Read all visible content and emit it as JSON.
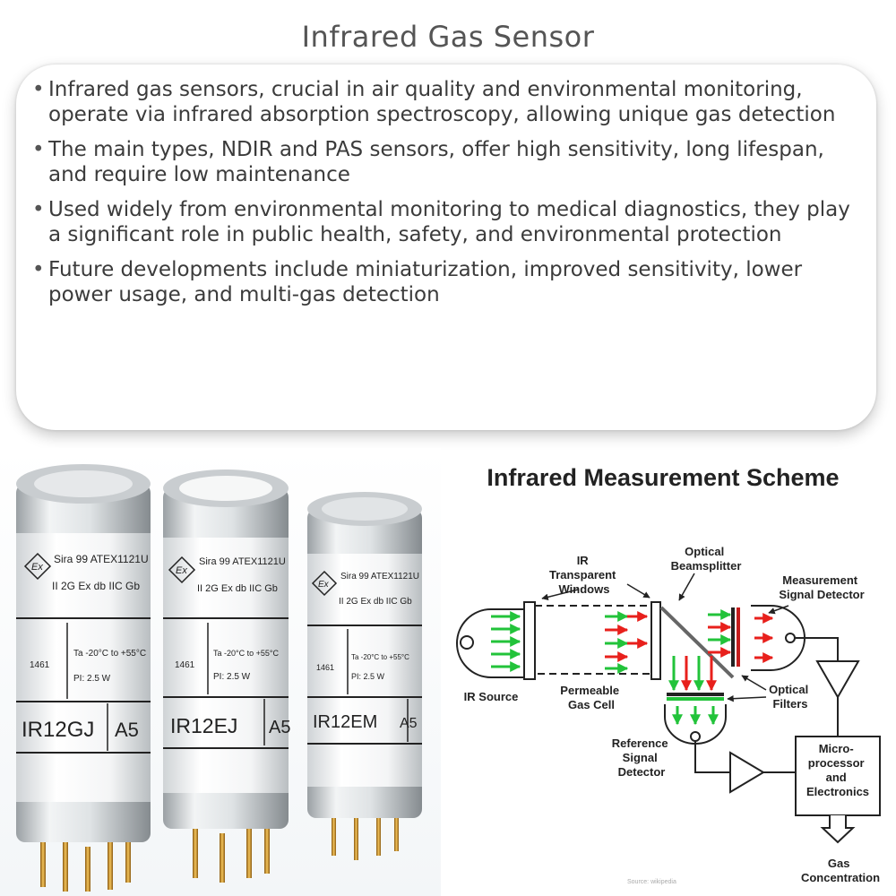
{
  "page": {
    "title": "Infrared Gas Sensor"
  },
  "bullets": [
    "Infrared gas sensors, crucial in air quality and environmental monitoring, operate via infrared absorption spectroscopy, allowing unique gas detection",
    "The main types, NDIR and PAS sensors, offer high sensitivity, long lifespan, and require low maintenance",
    "Used widely from environmental monitoring to medical diagnostics, they play a significant role in public health, safety, and environmental protection",
    "Future developments include miniaturization, improved sensitivity, lower power usage, and multi-gas detection"
  ],
  "sensors": [
    {
      "cert": "Sira 99 ATEX1121U",
      "group": "II 2G Ex db IIC Gb",
      "num": "1461",
      "temp": "Ta -20°C to +55°C",
      "power": "PI: 2.5 W",
      "model": "IR12GJ",
      "suffix": "A5"
    },
    {
      "cert": "Sira 99 ATEX1121U",
      "group": "II 2G Ex db IIC Gb",
      "num": "1461",
      "temp": "Ta -20°C to +55°C",
      "power": "PI: 2.5 W",
      "model": "IR12EJ",
      "suffix": "A5"
    },
    {
      "cert": "Sira 99 ATEX1121U",
      "group": "II 2G Ex db IIC Gb",
      "num": "1461",
      "temp": "Ta -20°C to +55°C",
      "power": "PI: 2.5 W",
      "model": "IR12EM",
      "suffix": "A5"
    }
  ],
  "ex_mark": "Ex",
  "scheme": {
    "title": "Infrared Measurement Scheme",
    "ir_windows": [
      "IR",
      "Transparent",
      "Windows"
    ],
    "beamsplitter": [
      "Optical",
      "Beamsplitter"
    ],
    "measurement_detector": [
      "Measurement",
      "Signal Detector"
    ],
    "ir_source": "IR Source",
    "gas_cell": [
      "Permeable",
      "Gas Cell"
    ],
    "filters": [
      "Optical",
      "Filters"
    ],
    "reference_detector": [
      "Reference",
      "Signal",
      "Detector"
    ],
    "processor": [
      "Micro-",
      "processor",
      "and",
      "Electronics"
    ],
    "output": [
      "Gas",
      "Concentration"
    ],
    "source_credit": "Source: wikipedia"
  },
  "colors": {
    "arrow_green": "#22c33a",
    "arrow_red": "#e8201c",
    "text": "#3b3b3b",
    "title": "#555555"
  }
}
